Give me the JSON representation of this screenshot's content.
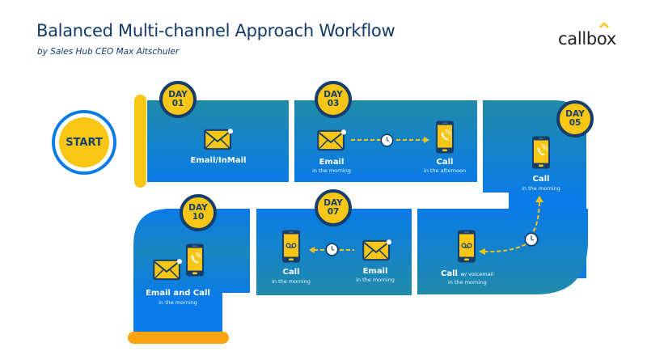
{
  "header": {
    "title": "Balanced Multi-channel Approach Workflow",
    "subtitle": "by Sales Hub CEO Max Altschuler",
    "logo_text": "callbox"
  },
  "colors": {
    "navy": "#163e6c",
    "yellow": "#f8c614",
    "orange": "#fca311",
    "blue": "#0a7be8",
    "teal": "#208aa8"
  },
  "start": {
    "label": "START"
  },
  "steps": [
    {
      "day_label": "DAY",
      "day_num": "01",
      "actions": [
        {
          "icon": "envelope-icon",
          "title": "Email/InMail",
          "time": ""
        }
      ]
    },
    {
      "day_label": "DAY",
      "day_num": "03",
      "actions": [
        {
          "icon": "envelope-icon",
          "title": "Email",
          "time": "in the morning"
        },
        {
          "icon": "phone-call-icon",
          "title": "Call",
          "time": "in the afternoon"
        }
      ]
    },
    {
      "day_label": "DAY",
      "day_num": "05",
      "actions": [
        {
          "icon": "phone-call-icon",
          "title": "Call",
          "time": "in the morning"
        },
        {
          "icon": "phone-voicemail-icon",
          "title": "Call",
          "title_suffix": "w/ voicemail",
          "time": "in the morning"
        }
      ]
    },
    {
      "day_label": "DAY",
      "day_num": "07",
      "actions": [
        {
          "icon": "envelope-icon",
          "title": "Email",
          "time": "in the morning"
        },
        {
          "icon": "phone-voicemail-icon",
          "title": "Call",
          "time": "in the morning"
        }
      ]
    },
    {
      "day_label": "DAY",
      "day_num": "10",
      "actions": [
        {
          "icon": "envelope-phone-icon",
          "title": "Email and Call",
          "time": "in the morning"
        }
      ]
    }
  ]
}
